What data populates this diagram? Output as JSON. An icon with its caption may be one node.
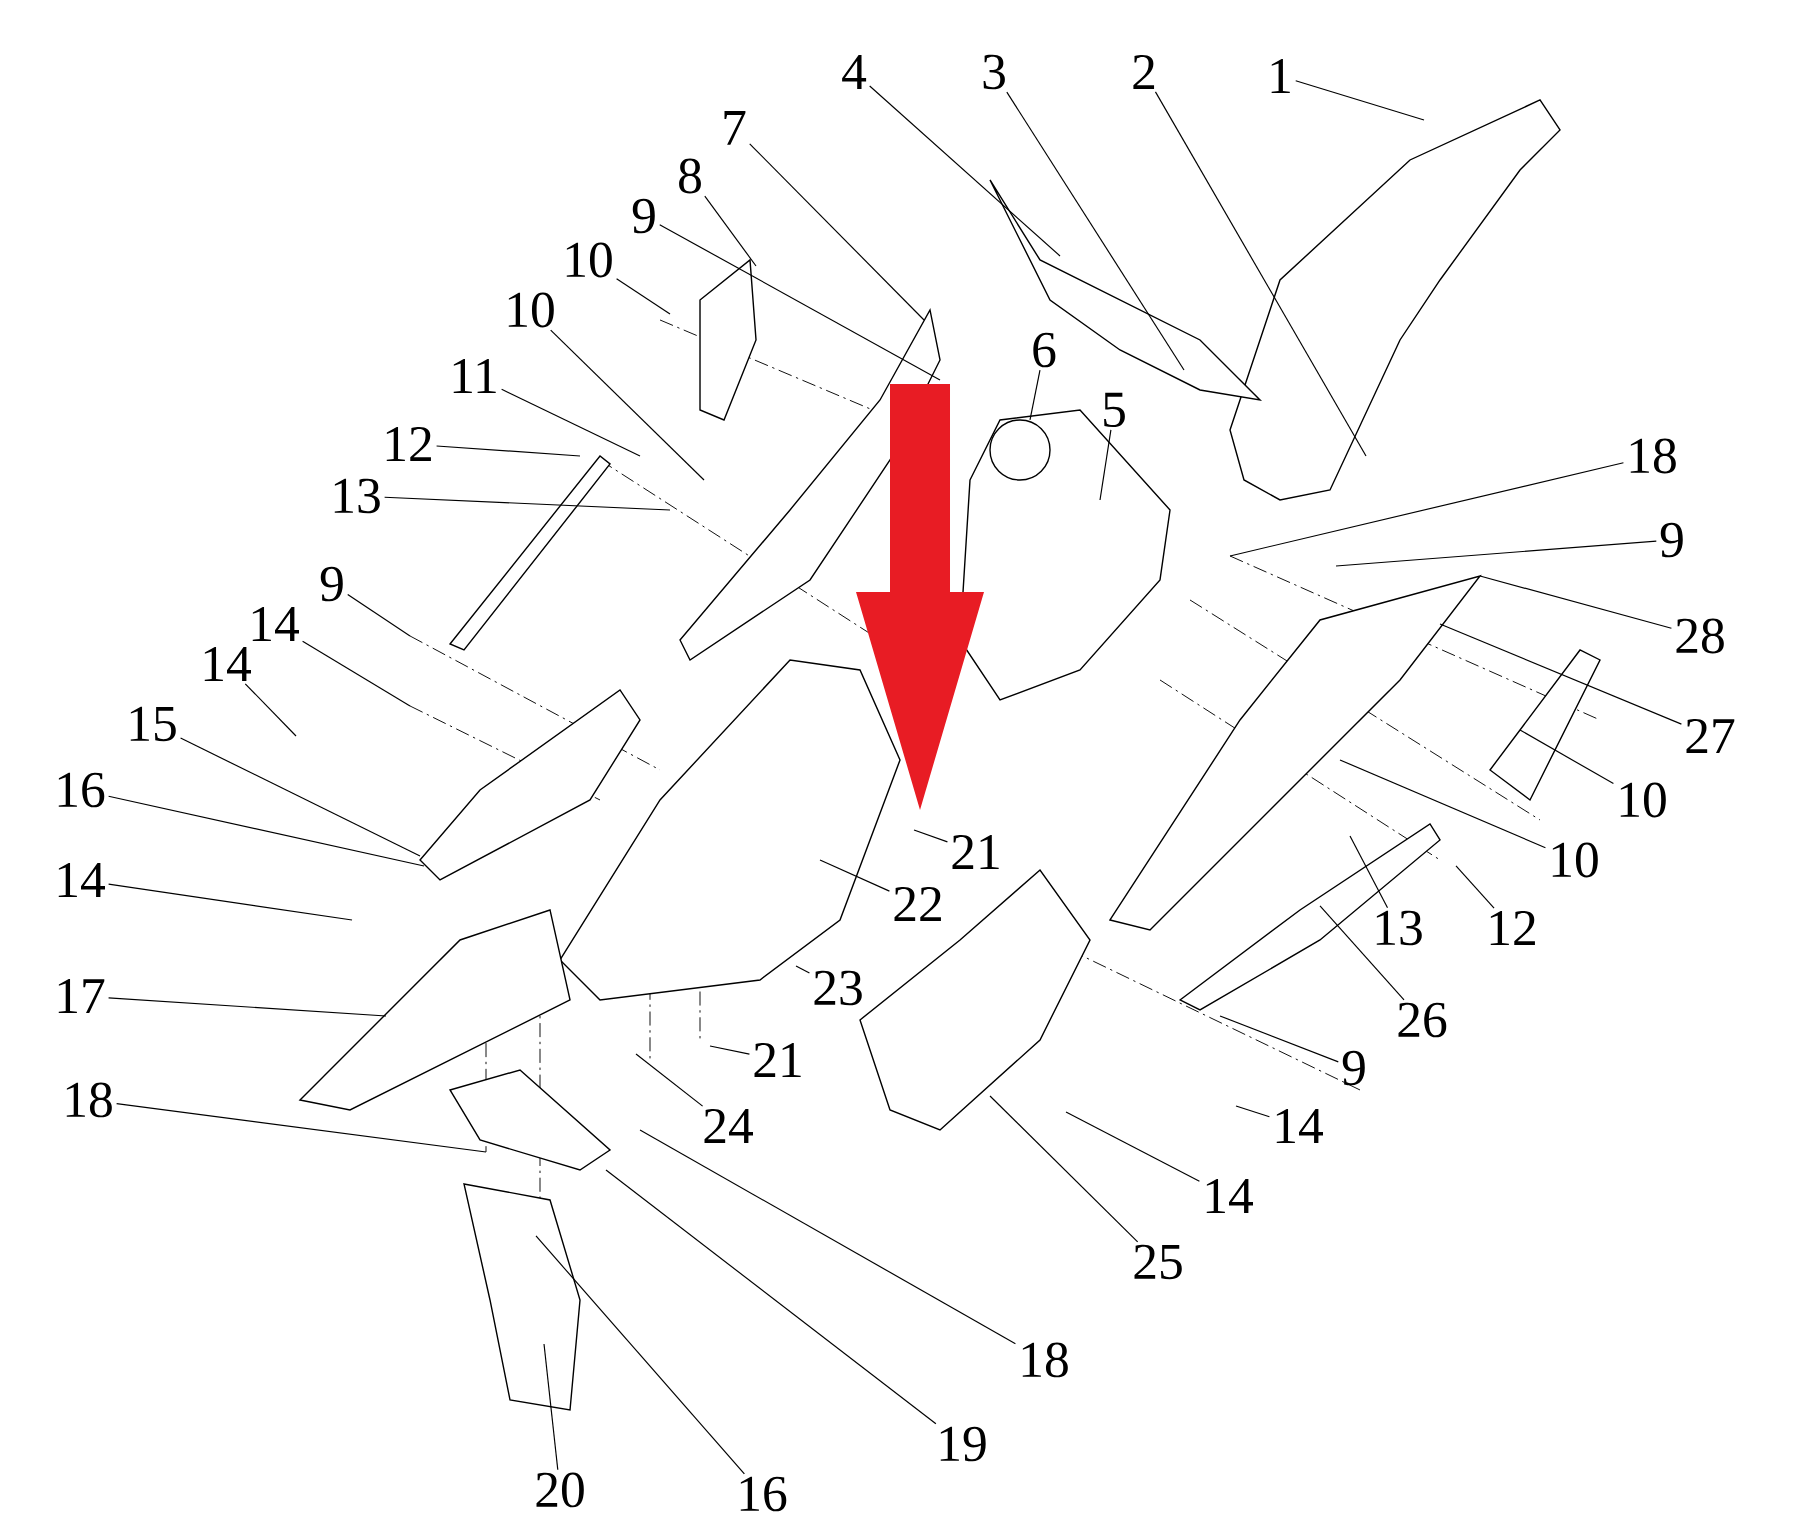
{
  "diagram": {
    "nodes": [
      {
        "text": [
          "1"
        ]
      },
      {
        "text": [
          "2"
        ]
      },
      {
        "text": [
          "3"
        ]
      },
      {
        "text": [
          "4"
        ]
      },
      {
        "text": [
          "7"
        ]
      },
      {
        "text": [
          "8"
        ]
      },
      {
        "text": [
          "9"
        ]
      },
      {
        "text": [
          "10"
        ]
      },
      {
        "text": [
          "6"
        ]
      },
      {
        "text": [
          "10"
        ]
      },
      {
        "text": [
          "5"
        ]
      },
      {
        "text": [
          "11"
        ]
      },
      {
        "text": [
          "12"
        ]
      },
      {
        "text": [
          "18"
        ]
      },
      {
        "text": [
          "13"
        ]
      },
      {
        "text": [
          "9"
        ]
      },
      {
        "text": [
          "9"
        ]
      },
      {
        "text": [
          "28"
        ]
      },
      {
        "text": [
          "14"
        ]
      },
      {
        "text": [
          "14"
        ]
      },
      {
        "text": [
          "27"
        ]
      },
      {
        "text": [
          "15"
        ]
      },
      {
        "text": [
          "16"
        ]
      },
      {
        "text": [
          "10"
        ]
      },
      {
        "text": [
          "21"
        ]
      },
      {
        "text": [
          "10"
        ]
      },
      {
        "text": [
          "14"
        ]
      },
      {
        "text": [
          "22"
        ]
      },
      {
        "text": [
          "13"
        ]
      },
      {
        "text": [
          "12"
        ]
      },
      {
        "text": [
          "23"
        ]
      },
      {
        "text": [
          "17"
        ]
      },
      {
        "text": [
          "26"
        ]
      },
      {
        "text": [
          "21"
        ]
      },
      {
        "text": [
          "9"
        ]
      },
      {
        "text": [
          "18"
        ]
      },
      {
        "text": [
          "24"
        ]
      },
      {
        "text": [
          "14"
        ]
      },
      {
        "text": [
          "14"
        ]
      },
      {
        "text": [
          "25"
        ]
      },
      {
        "text": [
          "18"
        ]
      },
      {
        "text": [
          "19"
        ]
      },
      {
        "text": [
          "20"
        ]
      },
      {
        "text": [
          "16"
        ]
      }
    ],
    "edges": [
      {
        "from": 0,
        "to": null,
        "arrow": "none"
      },
      {
        "from": 1,
        "to": null,
        "arrow": "none"
      },
      {
        "from": 2,
        "to": null,
        "arrow": "none"
      },
      {
        "from": 3,
        "to": null,
        "arrow": "none"
      },
      {
        "from": 4,
        "to": null,
        "arrow": "none"
      },
      {
        "from": 5,
        "to": null,
        "arrow": "none"
      },
      {
        "from": 6,
        "to": null,
        "arrow": "none"
      },
      {
        "from": 7,
        "to": null,
        "arrow": "none"
      },
      {
        "from": 8,
        "to": null,
        "arrow": "none"
      },
      {
        "from": 9,
        "to": null,
        "arrow": "none"
      },
      {
        "from": 10,
        "to": null,
        "arrow": "none"
      },
      {
        "from": 11,
        "to": null,
        "arrow": "none"
      },
      {
        "from": 12,
        "to": null,
        "arrow": "none"
      },
      {
        "from": 13,
        "to": null,
        "arrow": "none"
      },
      {
        "from": 14,
        "to": null,
        "arrow": "none"
      },
      {
        "from": 15,
        "to": null,
        "arrow": "none"
      },
      {
        "from": 16,
        "to": null,
        "arrow": "none"
      },
      {
        "from": 17,
        "to": null,
        "arrow": "none"
      },
      {
        "from": 18,
        "to": null,
        "arrow": "none"
      },
      {
        "from": 19,
        "to": null,
        "arrow": "none"
      },
      {
        "from": 20,
        "to": null,
        "arrow": "none"
      },
      {
        "from": 21,
        "to": null,
        "arrow": "none"
      },
      {
        "from": 22,
        "to": null,
        "arrow": "none"
      },
      {
        "from": 23,
        "to": null,
        "arrow": "none"
      },
      {
        "from": 24,
        "to": null,
        "arrow": "none"
      },
      {
        "from": 25,
        "to": null,
        "arrow": "none"
      },
      {
        "from": 26,
        "to": null,
        "arrow": "none"
      },
      {
        "from": 27,
        "to": null,
        "arrow": "none"
      },
      {
        "from": 28,
        "to": null,
        "arrow": "none"
      },
      {
        "from": 29,
        "to": null,
        "arrow": "none"
      },
      {
        "from": 30,
        "to": null,
        "arrow": "none"
      },
      {
        "from": 31,
        "to": null,
        "arrow": "none"
      },
      {
        "from": 32,
        "to": null,
        "arrow": "none"
      },
      {
        "from": 33,
        "to": null,
        "arrow": "none"
      },
      {
        "from": 34,
        "to": null,
        "arrow": "none"
      },
      {
        "from": 35,
        "to": null,
        "arrow": "none"
      },
      {
        "from": 36,
        "to": null,
        "arrow": "none"
      },
      {
        "from": 37,
        "to": null,
        "arrow": "none"
      },
      {
        "from": 38,
        "to": null,
        "arrow": "none"
      },
      {
        "from": 39,
        "to": null,
        "arrow": "none"
      },
      {
        "from": 40,
        "to": null,
        "arrow": "none"
      },
      {
        "from": 41,
        "to": null,
        "arrow": "none"
      },
      {
        "from": 42,
        "to": null,
        "arrow": "none"
      },
      {
        "from": 43,
        "to": null,
        "arrow": "none"
      }
    ]
  }
}
